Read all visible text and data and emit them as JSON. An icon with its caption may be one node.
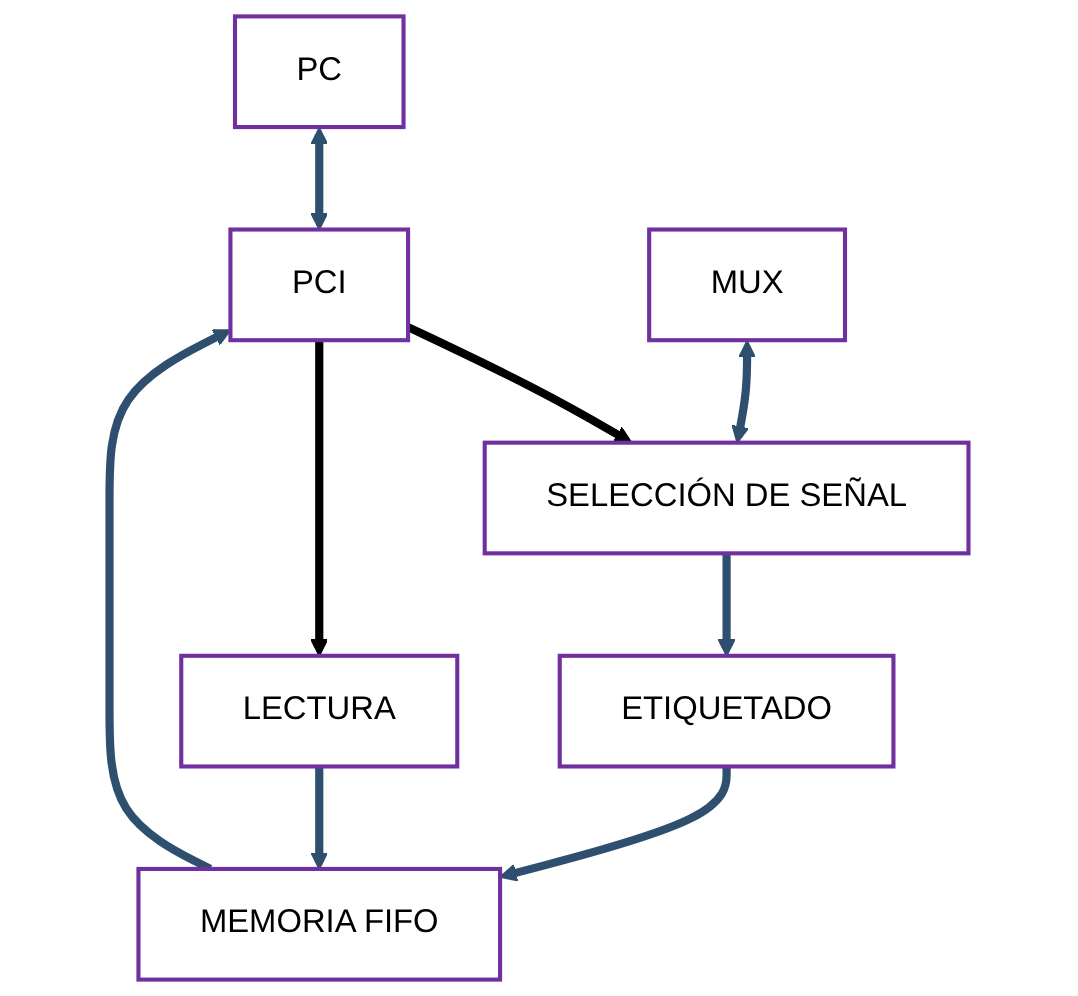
{
  "diagram": {
    "nodes": [
      {
        "text": [
          "PC"
        ]
      },
      {
        "text": [
          "PCI"
        ]
      },
      {
        "text": [
          "MUX"
        ]
      },
      {
        "text": [
          "SELECCIÓN DE SEÑAL"
        ]
      },
      {
        "text": [
          "LECTURA"
        ]
      },
      {
        "text": [
          "ETIQUETADO"
        ]
      },
      {
        "text": [
          "MEMORIA FIFO"
        ]
      }
    ],
    "edges": [
      {
        "from": 0,
        "to": 1,
        "arrow": "both"
      },
      {
        "from": 1,
        "to": 3,
        "arrow": "to",
        "color": "#000000"
      },
      {
        "from": 2,
        "to": 3,
        "arrow": "both"
      },
      {
        "from": 3,
        "to": 5,
        "arrow": "to"
      },
      {
        "from": 5,
        "to": 6,
        "arrow": "to"
      },
      {
        "from": 6,
        "to": 1,
        "arrow": "to"
      },
      {
        "from": 4,
        "to": 6,
        "arrow": "to"
      },
      {
        "from": 1,
        "to": 4,
        "arrow": "to",
        "color": "#000000"
      }
    ]
  }
}
